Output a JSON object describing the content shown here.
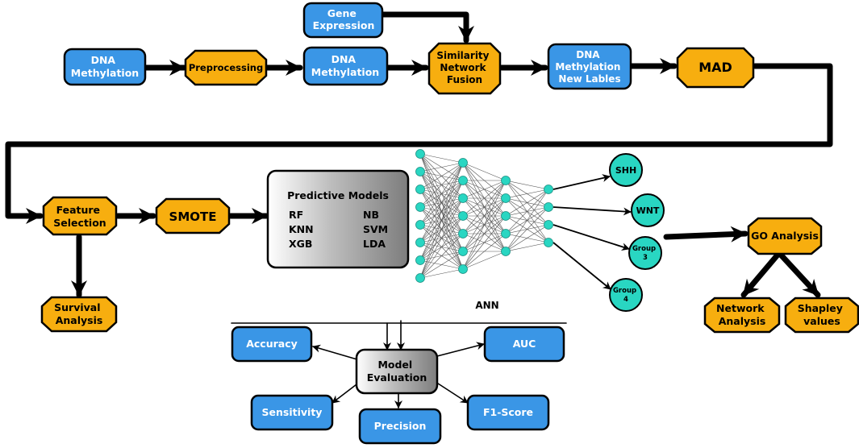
{
  "colors": {
    "blue": "#3a96e6",
    "orange": "#f7ae0f",
    "teal": "#29d6c2",
    "arrow": "#000000",
    "edge": "#555555"
  },
  "nodes": {
    "gene_expression": [
      "Gene",
      "Expression"
    ],
    "dna_methylation_input": [
      "DNA",
      "Methylation"
    ],
    "preprocessing": [
      "Preprocessing"
    ],
    "dna_methylation_processed": [
      "DNA",
      "Methylation"
    ],
    "similarity_network_fusion": [
      "Similarity",
      "Network",
      "Fusion"
    ],
    "dna_methylation_new_labels": [
      "DNA",
      "Methylation",
      "New Lables"
    ],
    "mad": [
      "MAD"
    ],
    "feature_selection": [
      "Feature",
      "Selection"
    ],
    "smote": [
      "SMOTE"
    ],
    "survival_analysis": [
      "Survival",
      "Analysis"
    ],
    "go_analysis": [
      "GO Analysis"
    ],
    "network_analysis": [
      "Network",
      "Analysis"
    ],
    "shapley_values": [
      "Shapley",
      "values"
    ],
    "model_evaluation": [
      "Model",
      "Evaluation"
    ],
    "accuracy": [
      "Accuracy"
    ],
    "auc": [
      "AUC"
    ],
    "sensitivity": [
      "Sensitivity"
    ],
    "precision": [
      "Precision"
    ],
    "f1_score": [
      "F1-Score"
    ]
  },
  "predictive_models": {
    "title": "Predictive Models",
    "left": [
      "RF",
      "KNN",
      "XGB"
    ],
    "right": [
      "NB",
      "SVM",
      "LDA"
    ]
  },
  "ann": {
    "label": "ANN",
    "layers": [
      8,
      7,
      5,
      4
    ]
  },
  "outputs": [
    [
      "SHH"
    ],
    [
      "WNT"
    ],
    [
      "Group",
      "3"
    ],
    [
      "Group",
      "4"
    ]
  ]
}
